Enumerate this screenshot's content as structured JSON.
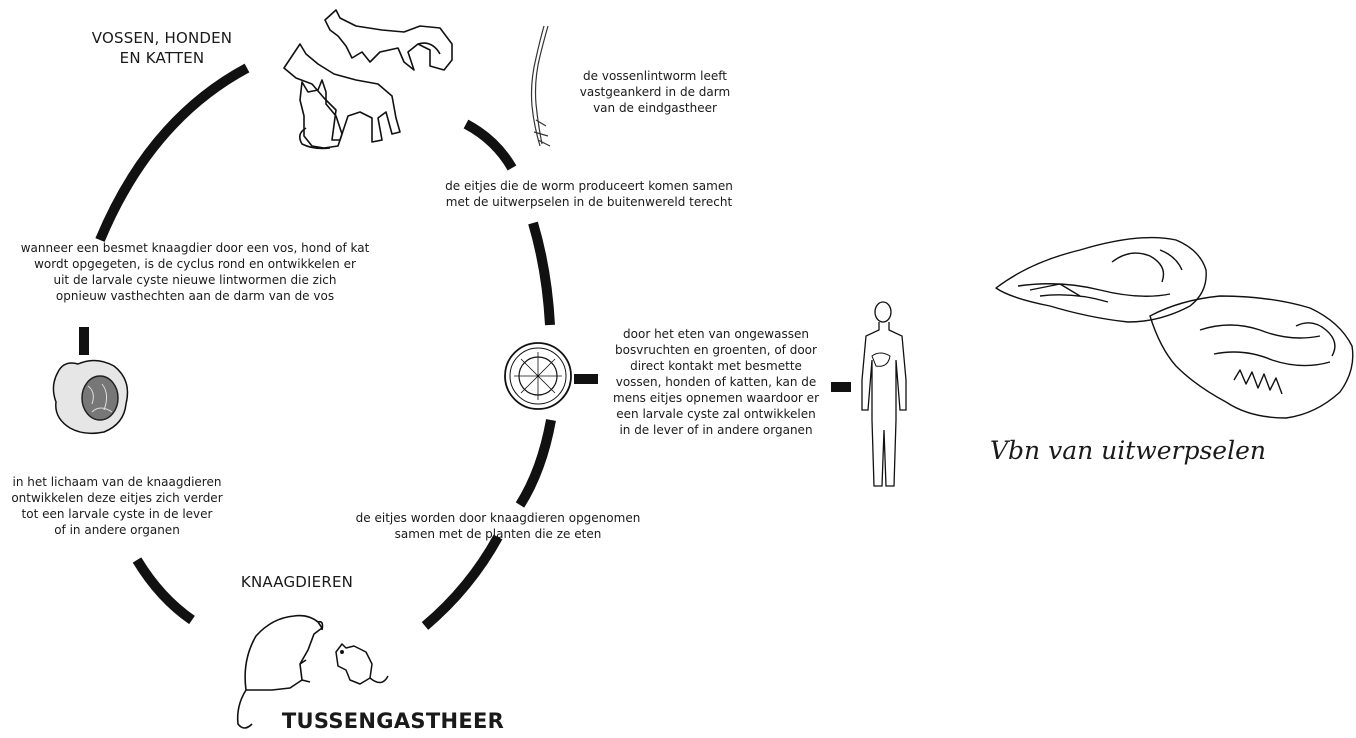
{
  "labels": {
    "definitive_hosts": [
      "VOSSEN, HONDEN",
      "EN KATTEN"
    ],
    "rodents": "KNAAGDIEREN",
    "intermediate_host": "TUSSENGASTHEER",
    "worm_note": [
      "de vossenlintworm leeft",
      "vastgeankerd in de darm",
      "van de eindgastheer"
    ],
    "eggs_excreted": [
      "de eitjes die de worm produceert komen samen",
      "met de uitwerpselen in de buitenwereld terecht"
    ],
    "human_infection": [
      "door het eten van ongewassen",
      "bosvruchten en groenten, of door",
      "direct kontakt met besmette",
      "vossen, honden of katten, kan de",
      "mens eitjes opnemen waardoor er",
      "een larvale cyste zal ontwikkelen",
      "in de lever of in andere organen"
    ],
    "eggs_eaten": [
      "de eitjes worden door knaagdieren opgenomen",
      "samen met de planten die ze eten"
    ],
    "cyst_development": [
      "in het lichaam van de knaagdieren",
      "ontwikkelen deze eitjes zich verder",
      "tot een larvale cyste in de lever",
      "of in andere organen"
    ],
    "cycle_complete": [
      "wanneer een besmet knaagdier door een vos, hond of kat",
      "wordt opgegeten, is de cyclus rond en ontwikkelen er",
      "uit de larvale cyste nieuwe lintwormen die zich",
      "opnieuw vasthechten aan de darm van de vos"
    ]
  },
  "caption": "Vbn van uitwerpselen",
  "icons": [
    "fox-icon",
    "dog-icon",
    "cat-icon",
    "tapeworm-icon",
    "egg-icon",
    "human-icon",
    "cyst-icon",
    "rodent-icon",
    "mouse-icon",
    "feces-sketch"
  ]
}
